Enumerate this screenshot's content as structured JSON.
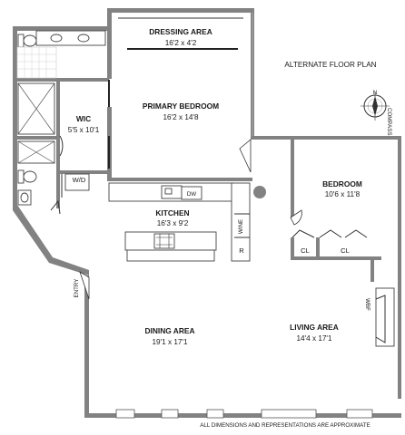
{
  "plan_title": "ALTERNATE FLOOR PLAN",
  "disclaimer": "ALL DIMENSIONS AND REPRESENTATIONS ARE APPROXIMATE",
  "compass": {
    "north_label": "N",
    "text": "COMPASS"
  },
  "rooms": {
    "dressing_area": {
      "name": "DRESSING AREA",
      "dims": "16'2 x 4'2"
    },
    "primary_bedroom": {
      "name": "PRIMARY BEDROOM",
      "dims": "16'2 x 14'8"
    },
    "wic": {
      "name": "WIC",
      "dims": "5'5 x 10'1"
    },
    "bedroom": {
      "name": "BEDROOM",
      "dims": "10'6 x 11'8"
    },
    "kitchen": {
      "name": "KITCHEN",
      "dims": "16'3 x 9'2"
    },
    "dining_area": {
      "name": "DINING AREA",
      "dims": "19'1 x 17'1"
    },
    "living_area": {
      "name": "LIVING AREA",
      "dims": "14'4 x 17'1"
    }
  },
  "labels": {
    "wd": "W/D",
    "dw": "DW",
    "wine": "WINE",
    "refrigerator": "R",
    "closet_left": "CL",
    "closet_right": "CL",
    "entry": "ENTRY",
    "wbf": "WBF"
  },
  "colors": {
    "walls": "#828282",
    "lines": "#333333",
    "text": "#1a1a1a"
  }
}
